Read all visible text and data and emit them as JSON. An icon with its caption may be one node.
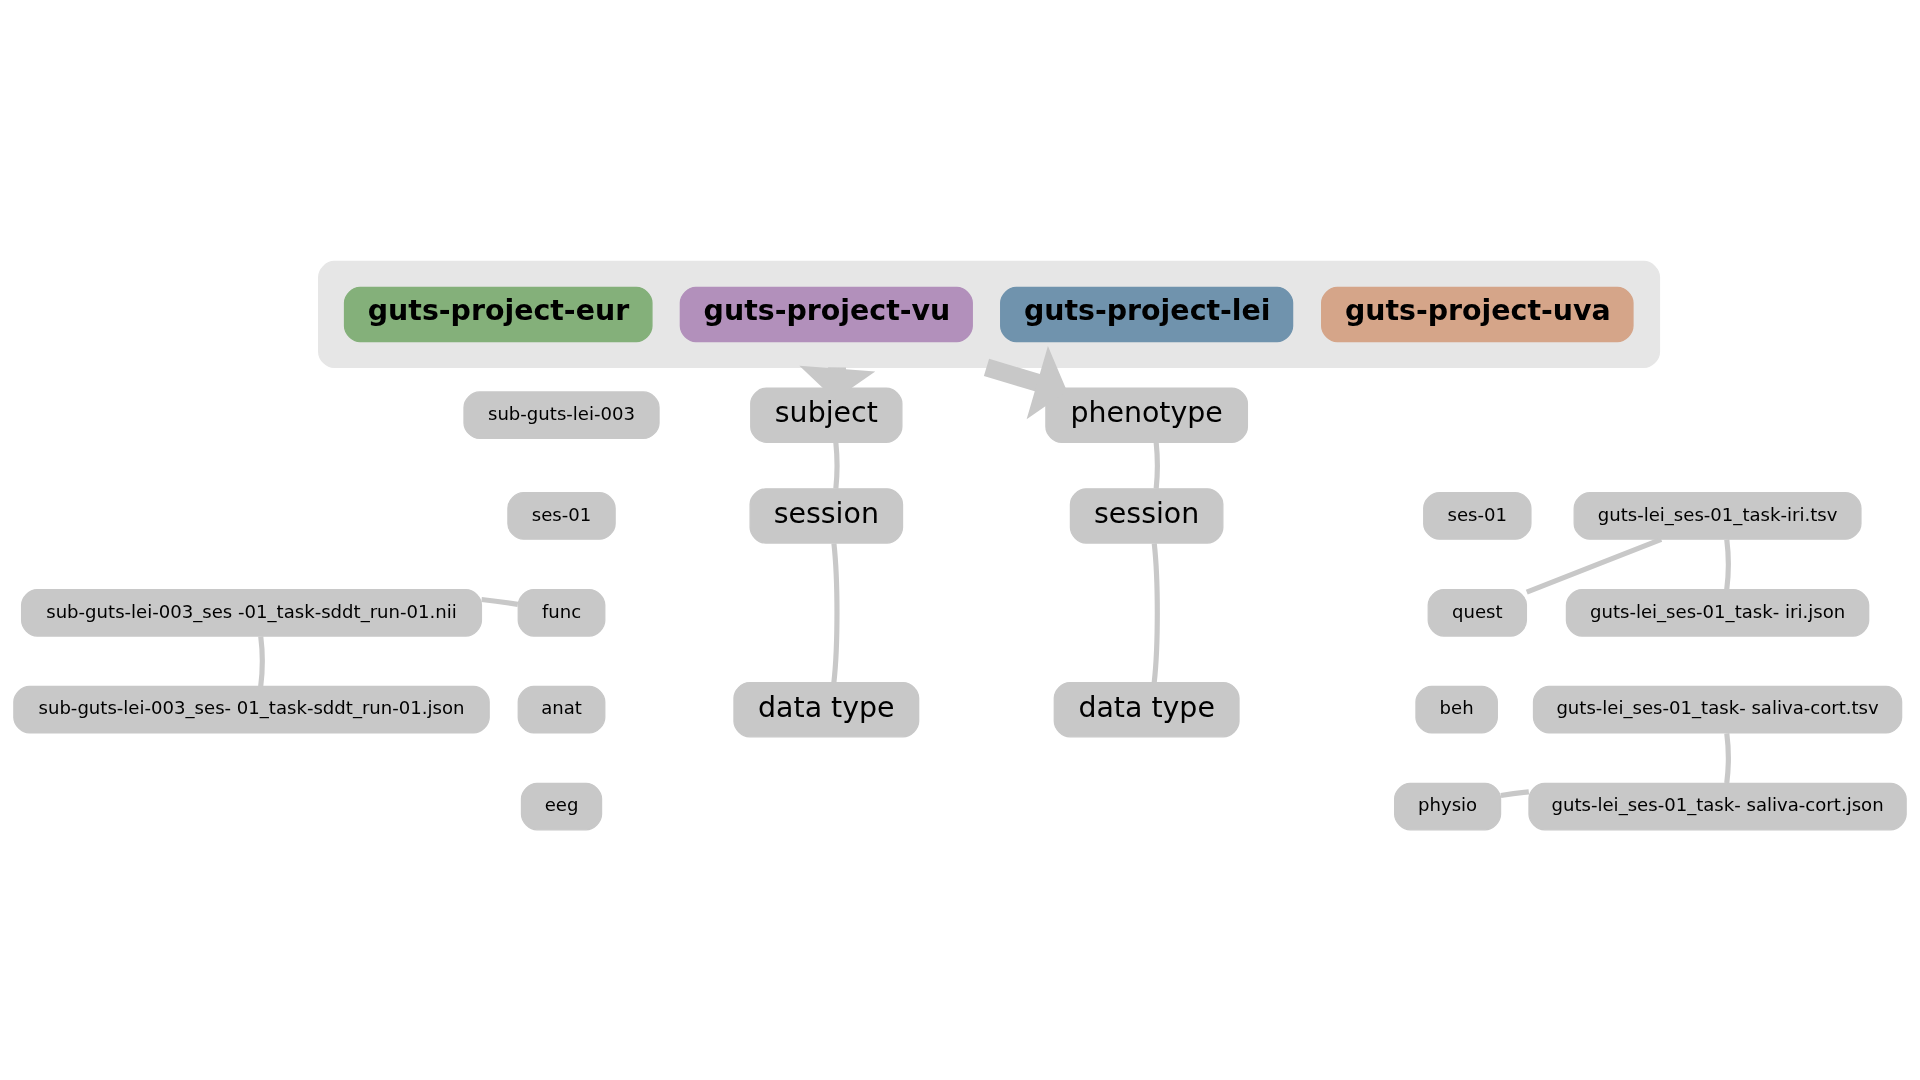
{
  "diagram": {
    "nodes": [
      {
        "text": [],
        "shape": "box"
      },
      {
        "text": [
          "guts-project-eur"
        ],
        "in": 0
      },
      {
        "text": [
          "guts-project-vu"
        ],
        "in": 0
      },
      {
        "text": [
          "guts-project-lei"
        ],
        "in": 0
      },
      {
        "text": [
          "guts-project-uva"
        ],
        "in": 0
      },
      {
        "text": [
          "sub-guts-lei-003"
        ]
      },
      {
        "text": [
          "subject"
        ]
      },
      {
        "text": [
          "phenotype"
        ]
      },
      {
        "text": [
          "ses-01"
        ]
      },
      {
        "text": [
          "session"
        ]
      },
      {
        "text": [
          "session"
        ]
      },
      {
        "text": [
          "ses-01"
        ]
      },
      {
        "text": [
          "guts-lei_ses-01_task-iri.tsv"
        ]
      },
      {
        "text": [
          "sub-guts-lei-003_ses -01_task-sddt_run-01.nii"
        ]
      },
      {
        "text": [
          "func"
        ]
      },
      {
        "text": [
          "quest"
        ]
      },
      {
        "text": [
          "guts-lei_ses-01_task- iri.json"
        ]
      },
      {
        "text": [
          "anat"
        ]
      },
      {
        "text": [
          "data type"
        ]
      },
      {
        "text": [
          "data type"
        ]
      },
      {
        "text": [
          "beh"
        ]
      },
      {
        "text": [
          "sub-guts-lei-003_ses- 01_task-sddt_run-01.json"
        ]
      },
      {
        "text": [
          "eeg"
        ]
      },
      {
        "text": [
          "guts-lei_ses-01_task- saliva-cort.tsv"
        ]
      },
      {
        "text": [
          "physio"
        ]
      },
      {
        "text": [
          "guts-lei_ses-01_task- saliva-cort.json"
        ]
      }
    ],
    "edges": [
      {
        "from": 0,
        "to": 6,
        "arrow": "to",
        "style": "thick"
      },
      {
        "from": 0,
        "to": 7,
        "arrow": "to",
        "style": "thick"
      },
      {
        "from": 6,
        "to": 9,
        "arrow": "none"
      },
      {
        "from": 9,
        "to": 18,
        "arrow": "none"
      },
      {
        "from": 7,
        "to": 10,
        "arrow": "none"
      },
      {
        "from": 10,
        "to": 19,
        "arrow": "none"
      },
      {
        "from": 13,
        "to": 14,
        "arrow": "none"
      },
      {
        "from": 13,
        "to": 21,
        "arrow": "none"
      },
      {
        "from": 15,
        "to": 12,
        "arrow": "none"
      },
      {
        "from": 12,
        "to": 16,
        "arrow": "none"
      },
      {
        "from": 24,
        "to": 25,
        "arrow": "none"
      },
      {
        "from": 23,
        "to": 25,
        "arrow": "none"
      }
    ]
  }
}
